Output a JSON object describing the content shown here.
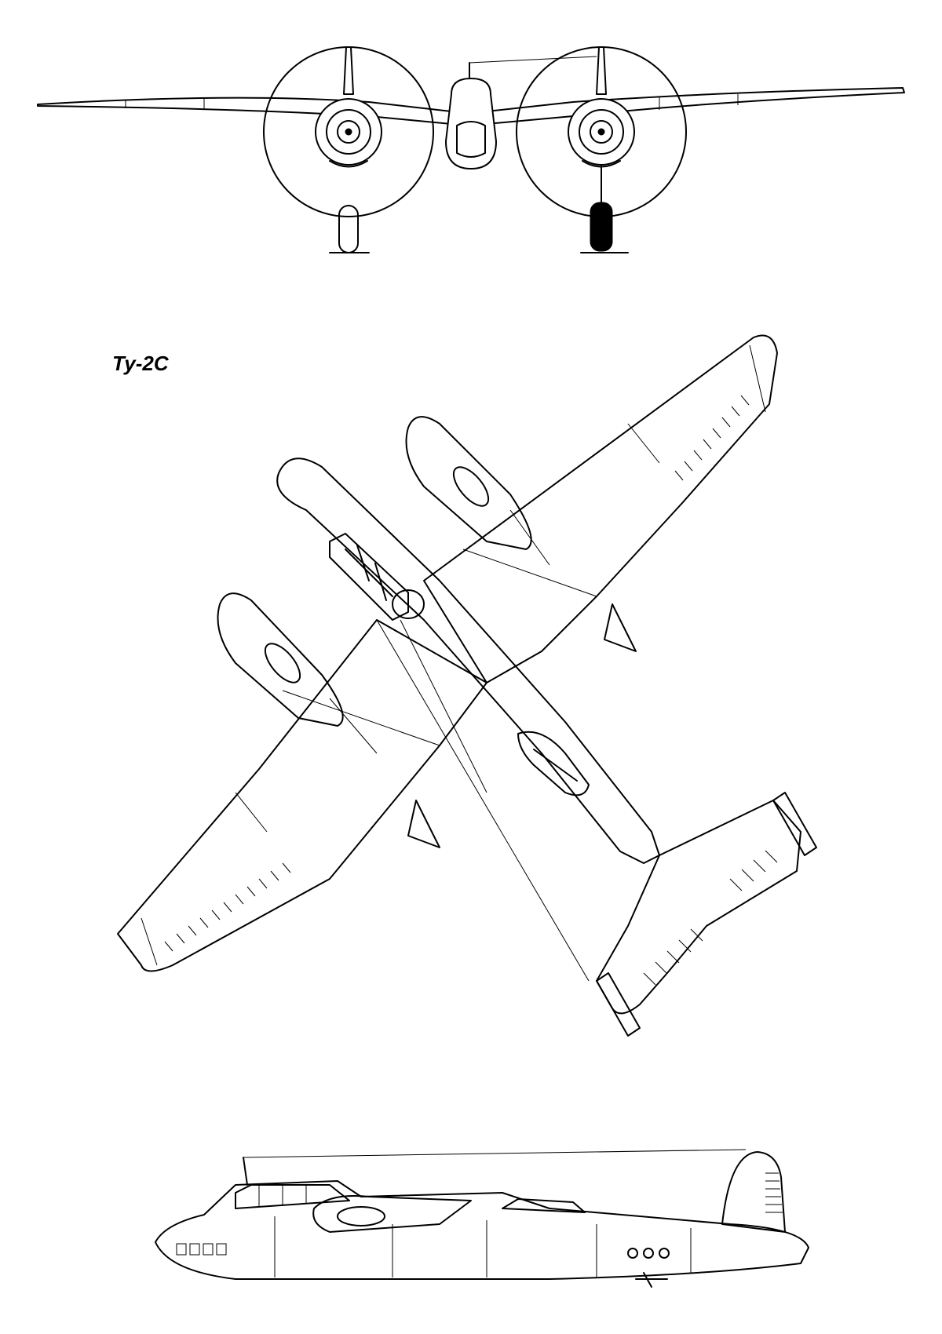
{
  "diagram": {
    "aircraft_designation": "Ту-2С",
    "views": [
      {
        "name": "front",
        "icon": "front-view-icon"
      },
      {
        "name": "top",
        "icon": "top-view-icon"
      },
      {
        "name": "side",
        "icon": "side-view-icon"
      }
    ],
    "colors": {
      "line": "#000000",
      "background": "#ffffff"
    }
  }
}
